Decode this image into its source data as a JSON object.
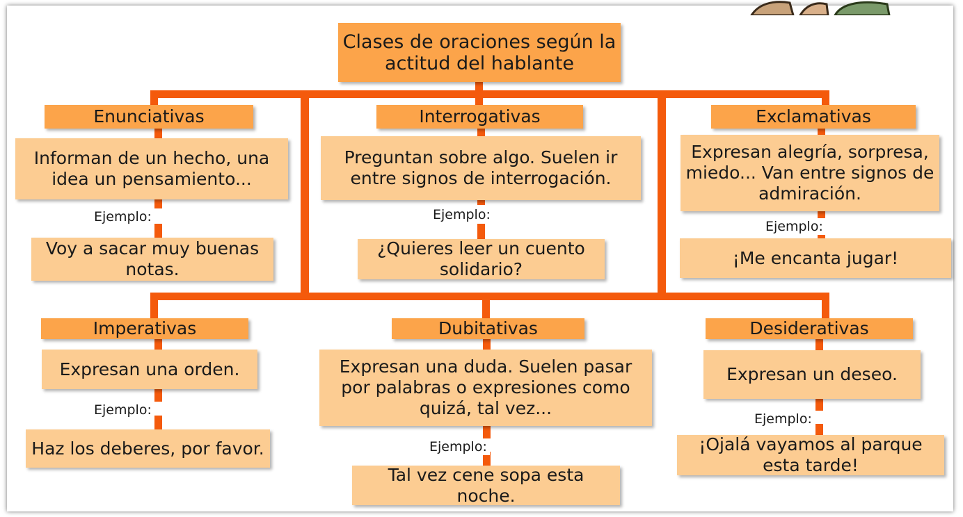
{
  "title": "Clases de oraciones según la actitud del hablante",
  "example_label": "Ejemplo:",
  "colors": {
    "connector": "#f45a0c",
    "header": "#fca44a",
    "box": "#fccc92"
  },
  "classes": [
    {
      "name": "Enunciativas",
      "description": "Informan de un hecho, una idea un pensamiento...",
      "example": "Voy a sacar muy buenas notas."
    },
    {
      "name": "Interrogativas",
      "description": "Preguntan sobre algo. Suelen ir entre signos de interrogación.",
      "example": "¿Quieres leer un cuento solidario?"
    },
    {
      "name": "Exclamativas",
      "description": "Expresan alegría, sorpresa, miedo... Van entre signos de admiración.",
      "example": "¡Me encanta jugar!"
    },
    {
      "name": "Imperativas",
      "description": "Expresan una orden.",
      "example": "Haz los deberes, por favor."
    },
    {
      "name": "Dubitativas",
      "description": "Expresan una duda. Suelen pasar por palabras o expresiones como quizá, tal vez...",
      "example": "Tal vez cene sopa esta noche."
    },
    {
      "name": "Desiderativas",
      "description": "Expresan un deseo.",
      "example": "¡Ojalá vayamos al parque esta tarde!"
    }
  ]
}
